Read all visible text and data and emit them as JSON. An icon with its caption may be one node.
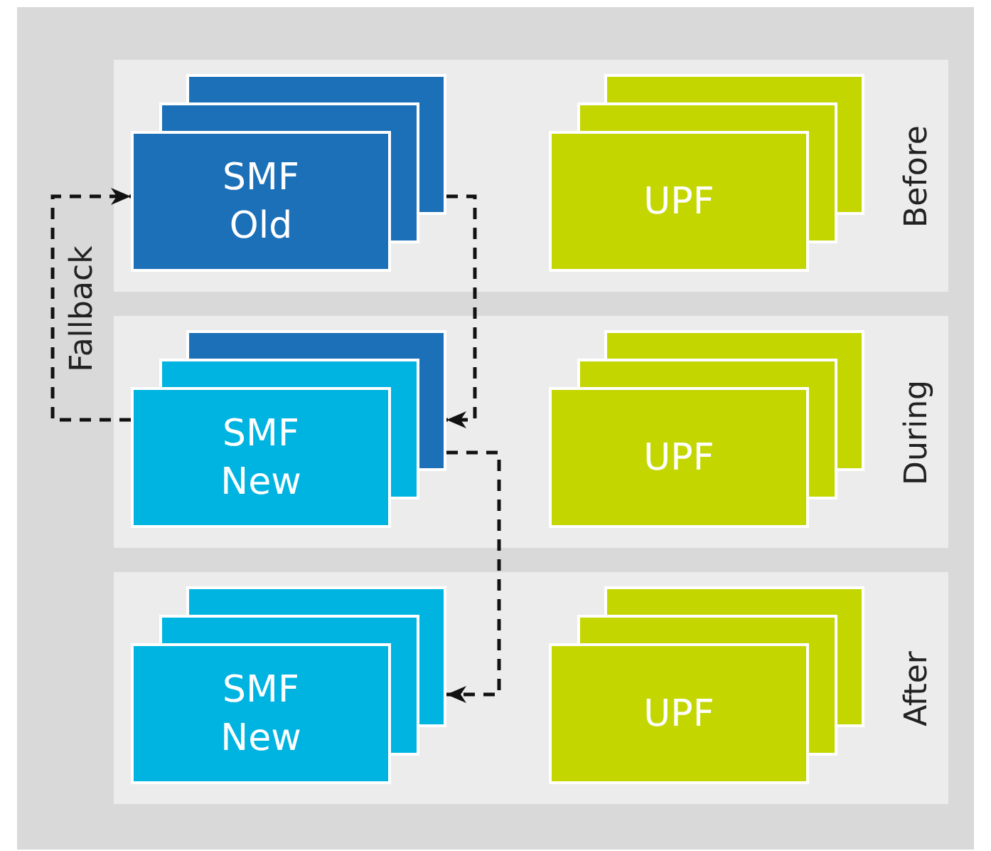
{
  "diagram": {
    "nodes": [
      {
        "text": [
          "Before"
        ]
      },
      {
        "text": [
          "SMF Old"
        ],
        "in": 0
      },
      {
        "text": [
          "UPF"
        ],
        "in": 0
      },
      {
        "text": [
          "During"
        ]
      },
      {
        "text": [
          "SMF New"
        ],
        "in": 3
      },
      {
        "text": [
          "UPF"
        ],
        "in": 3
      },
      {
        "text": [
          "After"
        ]
      },
      {
        "text": [
          "SMF New"
        ],
        "in": 6
      },
      {
        "text": [
          "UPF"
        ],
        "in": 6
      }
    ],
    "edges": [
      {
        "from": 1,
        "to": 4,
        "arrow": "to",
        "style": "dashed"
      },
      {
        "from": 4,
        "to": 1,
        "arrow": "to",
        "style": "dashed",
        "label": "Fallback"
      },
      {
        "from": 4,
        "to": 7,
        "arrow": "to",
        "style": "dashed"
      }
    ]
  }
}
